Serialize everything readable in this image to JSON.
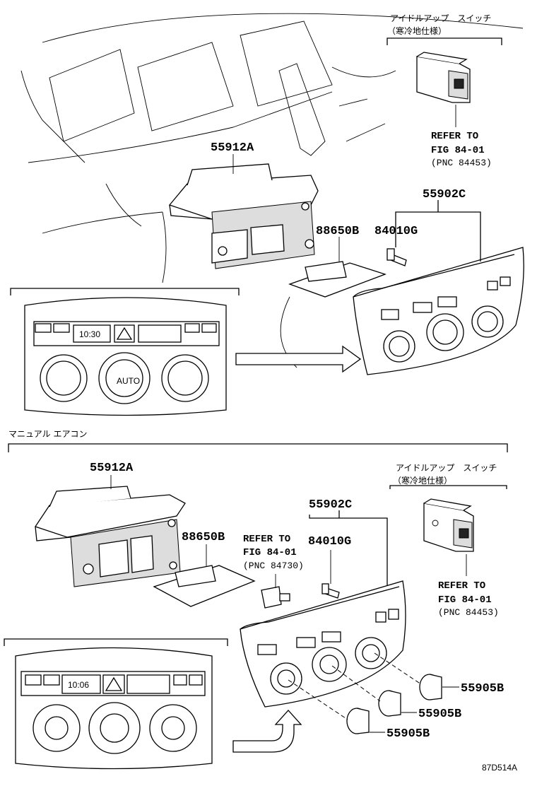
{
  "upper": {
    "idle_switch": {
      "label_line1": "アイドルアップ　スイッチ",
      "label_line2": "（寒冷地仕様）",
      "refer_line1": "REFER TO",
      "refer_line2": "FIG 84-01",
      "refer_line3": "(PNC 84453)"
    },
    "parts": {
      "control_case": "55912A",
      "control_panel": "55902C",
      "amplifier": "88650B",
      "sensor": "84010G"
    },
    "panel_display": {
      "time": "10:30",
      "mode_label": "AUTO"
    }
  },
  "lower": {
    "section_title": "マニュアル エアコン",
    "idle_switch": {
      "label_line1": "アイドルアップ　スイッチ",
      "label_line2": "（寒冷地仕様）",
      "refer_line1": "REFER TO",
      "refer_line2": "FIG 84-01",
      "refer_line3": "(PNC 84453)"
    },
    "refer_center": {
      "line1": "REFER TO",
      "line2": "FIG 84-01",
      "line3": "(PNC 84730)"
    },
    "parts": {
      "control_case": "55912A",
      "control_panel": "55902C",
      "amplifier": "88650B",
      "sensor": "84010G",
      "knob_1": "55905B",
      "knob_2": "55905B",
      "knob_3": "55905B"
    },
    "panel_display": {
      "time": "10:06"
    }
  },
  "diagram_code": "87D514A"
}
